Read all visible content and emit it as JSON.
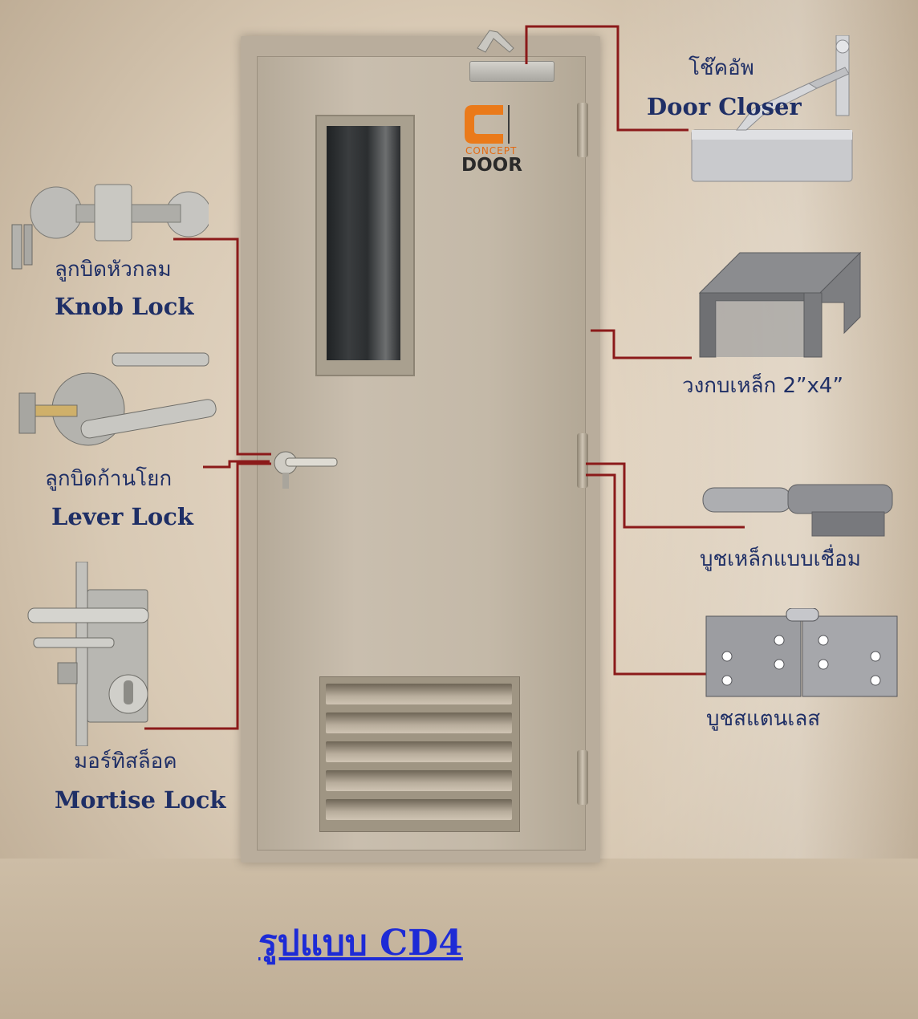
{
  "logo": {
    "line1": "CONCEPT",
    "line2": "DOOR"
  },
  "labels": {
    "door_closer": {
      "th": "โช๊คอัพ",
      "en": "Door Closer"
    },
    "knob_lock": {
      "th": "ลูกบิดหัวกลม",
      "en": "Knob Lock"
    },
    "lever_lock": {
      "th": "ลูกบิดก้านโยก",
      "en": "Lever Lock"
    },
    "mortise_lock": {
      "th": "มอร์ทิสล็อค",
      "en": "Mortise Lock"
    },
    "steel_frame": {
      "th": "วงกบเหล็ก 2”x4”"
    },
    "welded_hinge": {
      "th": "บูชเหล็กแบบเชื่อม"
    },
    "stainless_hinge": {
      "th": "บูชสแตนเลส"
    }
  },
  "title": "รูปแบบ  CD4",
  "colors": {
    "label": "#1f2f66",
    "title": "#1d2bd6",
    "leader_line": "#8b1a1a",
    "logo_orange": "#e36a12"
  },
  "icons": [
    "door-closer-icon",
    "knob-lock-icon",
    "lever-lock-icon",
    "mortise-lock-icon",
    "steel-frame-icon",
    "welded-hinge-icon",
    "stainless-hinge-icon"
  ]
}
